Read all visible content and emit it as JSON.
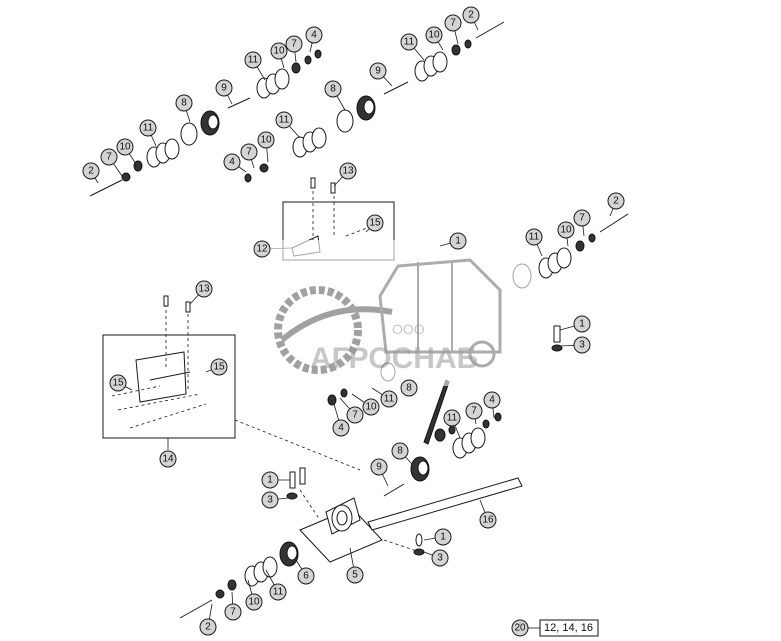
{
  "diagram": {
    "callouts": {
      "a2": "2",
      "a7": "7",
      "a10": "10",
      "a11": "11",
      "a8": "8",
      "a9": "9",
      "a11b": "11",
      "a10b": "10",
      "a7b": "7",
      "a4": "4",
      "b8": "8",
      "b9": "9",
      "b11": "11",
      "b10": "10",
      "b7": "7",
      "b2": "2",
      "b11c": "11",
      "b10c": "10",
      "b7c": "7",
      "b4": "4",
      "c13": "13",
      "c15": "15",
      "c12": "12",
      "c1": "1",
      "d11": "11",
      "d10": "10",
      "d7": "7",
      "d2": "2",
      "d1": "1",
      "d3": "3",
      "e13": "13",
      "e15a": "15",
      "e15b": "15",
      "e14": "14",
      "f8": "8",
      "f7": "7",
      "f10": "10",
      "f11": "11",
      "f4": "4",
      "g9": "9",
      "g8": "8",
      "g11": "11",
      "g7": "7",
      "g4": "4",
      "h1": "1",
      "h3": "3",
      "h16": "16",
      "h1b": "1",
      "h3b": "3",
      "h5": "5",
      "i6": "6",
      "i11": "11",
      "i10": "10",
      "i7": "7",
      "i2": "2",
      "ref20": "20"
    },
    "reference_box": "12, 14, 16"
  },
  "watermark": {
    "company": "АГРОСНАБ",
    "prefix": "ООО"
  }
}
